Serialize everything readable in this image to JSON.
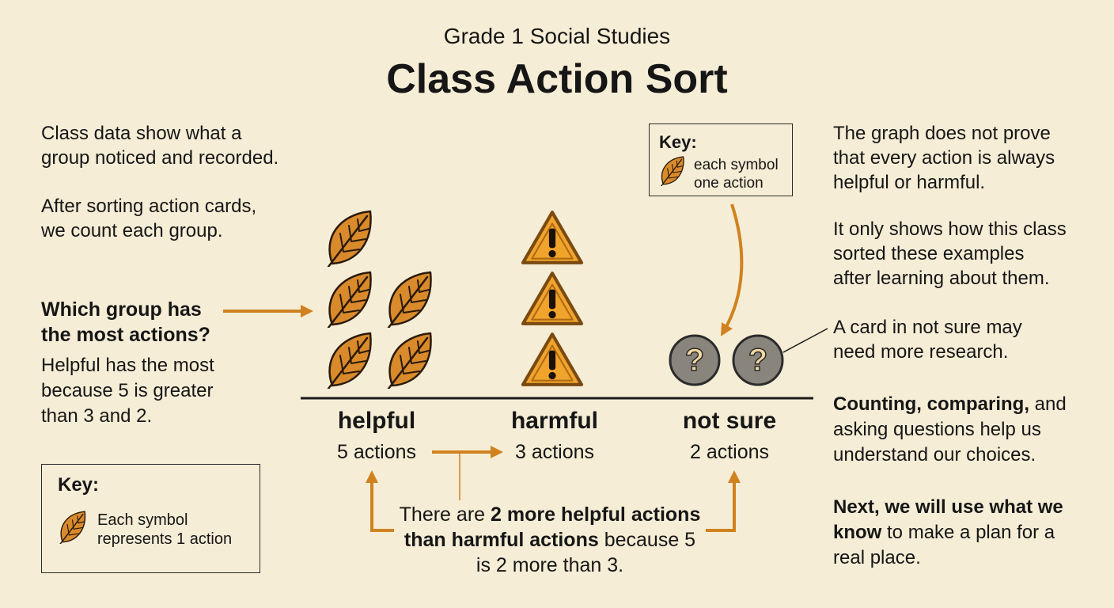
{
  "header": {
    "subtitle": "Grade 1 Social Studies",
    "title": "Class Action Sort"
  },
  "left": {
    "p1": [
      "Class data show what a",
      "group noticed and recorded."
    ],
    "p2": [
      "After sorting action cards,",
      "we count each group."
    ],
    "question": [
      "Which group has",
      "the most actions?"
    ],
    "answer": [
      "Helpful has the most",
      "because 5 is greater",
      "than 3 and 2."
    ]
  },
  "key_left": {
    "heading": "Key:",
    "line1": "Each symbol",
    "line2": "represents 1 action"
  },
  "key_top": {
    "heading": "Key:",
    "line1": "each symbol",
    "line2": "one action"
  },
  "right": {
    "p1": [
      "The graph does not prove",
      "that every action is always",
      "helpful or harmful."
    ],
    "p2": [
      "It only shows how this class",
      "sorted these examples",
      "after learning about them."
    ],
    "p3": [
      "A card in not sure may",
      "need more research."
    ],
    "p4_bold": "Counting, comparing,",
    "p4_rest": " and",
    "p4_lines": [
      "asking questions help us",
      "understand our choices."
    ],
    "p5_bold1": "Next, we will use what we",
    "p5_bold2": "know",
    "p5_rest": " to make a plan for a",
    "p5_line3": "real place."
  },
  "comparison": {
    "t1": "There are ",
    "t2": "2 more ",
    "t3": "helpful actions",
    "t4": "than harmful actions",
    "t5": " because 5",
    "t6": "is 2 more than 3."
  },
  "chart_data": {
    "type": "pictograph",
    "categories": [
      "helpful",
      "harmful",
      "not sure"
    ],
    "values": [
      5,
      3,
      2
    ],
    "count_labels": [
      "5 actions",
      "3 actions",
      "2 actions"
    ],
    "symbols": [
      "leaf-icon",
      "warning-icon",
      "question-icon"
    ],
    "symbol_value": 1,
    "colors": {
      "leaf": "#d98a2b",
      "warning": "#f0a42c",
      "question": "#8a857c",
      "arrow": "#d08220"
    }
  }
}
